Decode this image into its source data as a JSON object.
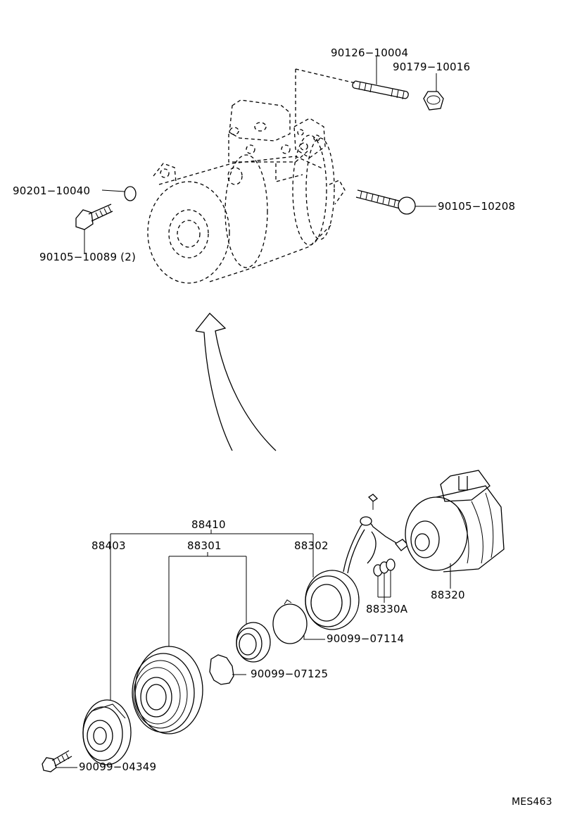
{
  "diagram_code": "MES463",
  "labels": {
    "p90126": "90126−10004",
    "p90179": "90179−10016",
    "p90201": "90201−10040",
    "p90105a": "90105−10089 (2)",
    "p90105b": "90105−10208",
    "p88410": "88410",
    "p88403": "88403",
    "p88301": "88301",
    "p88302": "88302",
    "p88320": "88320",
    "p88330A": "88330A",
    "p90099_07114": "90099−07114",
    "p90099_07125": "90099−07125",
    "p90099_04349": "90099−04349"
  }
}
